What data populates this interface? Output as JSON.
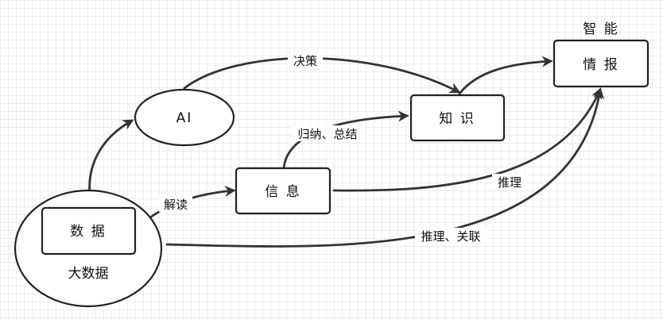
{
  "nodes": {
    "big_data": {
      "label": "大数据"
    },
    "data": {
      "label": "数 据"
    },
    "ai": {
      "label": "AI"
    },
    "information": {
      "label": "信 息"
    },
    "knowledge": {
      "label": "知 识"
    },
    "intelligence": {
      "label": "情 报"
    },
    "intelligence_group": {
      "label": "智 能"
    }
  },
  "edges": {
    "ai_to_intelligence": {
      "label": "决策"
    },
    "data_to_information": {
      "label": "解读"
    },
    "information_to_knowledge": {
      "label": "归纳、总结"
    },
    "information_to_intelligence": {
      "label": "推理"
    },
    "bigdata_to_intelligence": {
      "label": "推理、关联"
    }
  },
  "colors": {
    "stroke": "#222222",
    "edge": "#333333",
    "grid": "#ececec",
    "background": "#ffffff"
  }
}
